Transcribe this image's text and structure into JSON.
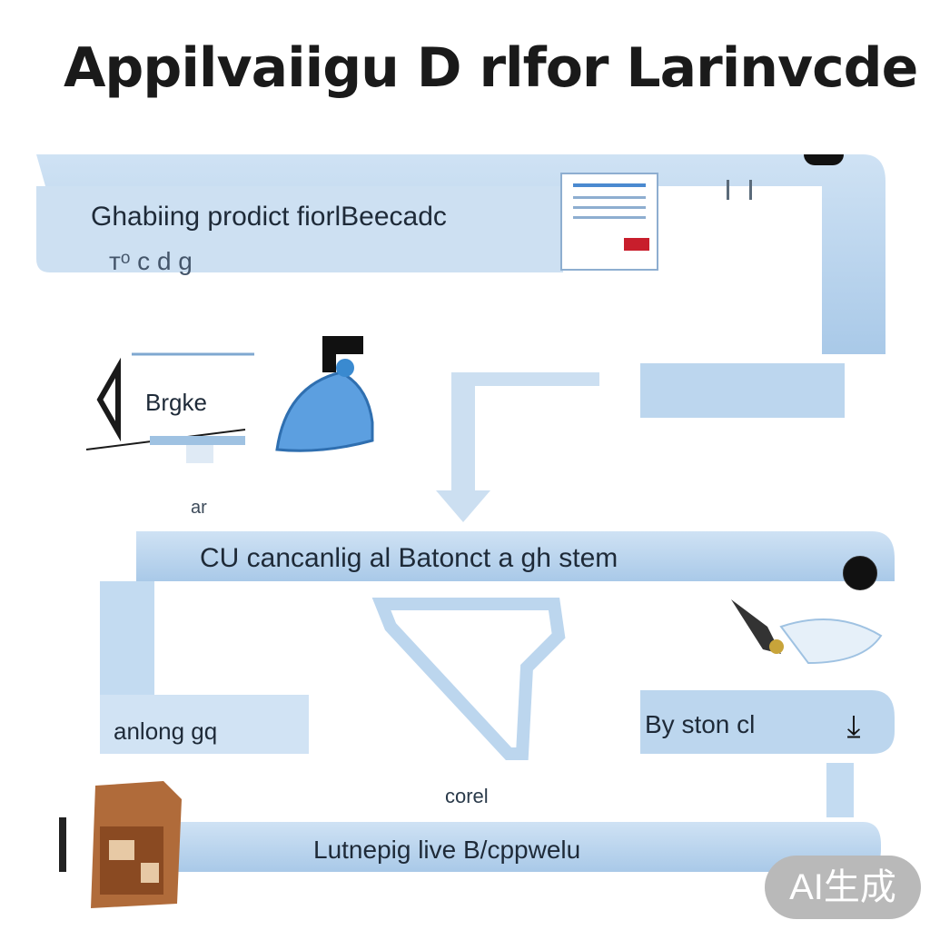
{
  "title": "Appilvaiigu D rlfor Larinvcde",
  "top_panel": {
    "heading": "Ghabiing prodict fiorlBeecadc",
    "subtext": "ᴛᵒ c d g"
  },
  "browser_box": {
    "label": "Brgke"
  },
  "small_label": "ar",
  "middle_band": {
    "label": "CU   cancanlig al Batonct a gh stem"
  },
  "left_bottom": {
    "label": "anlong  gq"
  },
  "right_bottom": {
    "label": "By ston cl"
  },
  "core_label": "corel",
  "bottom_band": {
    "label": "Lutnepig live B/cppwelu"
  },
  "badge": "AI生成",
  "colors": {
    "band": "#b7d3ec",
    "arrow": "#9fc2e2"
  },
  "icons": [
    "document-icon",
    "printer-icon",
    "monitor-icon",
    "iron-icon",
    "pointer-icon",
    "scanner-icon",
    "download-icon",
    "folder-icon"
  ]
}
